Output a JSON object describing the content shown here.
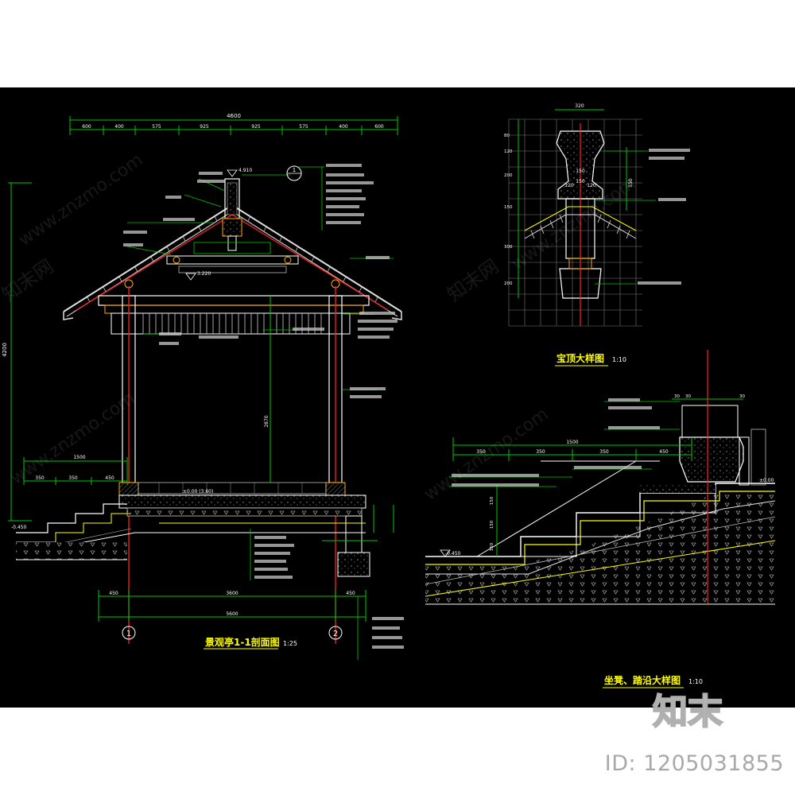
{
  "drawing": {
    "section_title": "景观亭1-1剖面图",
    "section_scale": "1:25",
    "finial_title": "宝顶大样图",
    "finial_scale": "1:10",
    "bench_title": "坐凳、踏沿大样图",
    "bench_scale": "1:10",
    "axis_1": "1",
    "axis_2": "2",
    "detail_ref": "1",
    "dim_total_top": "4600",
    "dims_top": [
      "600",
      "400",
      "575",
      "925",
      "925",
      "575",
      "400",
      "600"
    ],
    "dim_bottom_1": "3600",
    "dim_bottom_2": "5600",
    "dim_bottom_left": "450",
    "dim_bottom_right": "450",
    "dim_col_height": "2870",
    "dim_left_total": "4200",
    "dim_left_1500": "1500",
    "dims_left_small": [
      "350",
      "350",
      "450"
    ],
    "level_top": "4.910",
    "level_eave": "3.220",
    "level_floor": "±0.00 (3.60)",
    "level_ground": "-0.450",
    "level_bench_ground": "-0.450",
    "level_bench_right": "±0.00",
    "finial_dim_top": "320",
    "finial_dims_side": [
      "80",
      "120",
      "200",
      "150",
      "300",
      "200"
    ],
    "finial_dims_inner": [
      "150",
      "150",
      "120",
      "120"
    ],
    "finial_dim_right": "550",
    "bench_dims": [
      "1500",
      "350",
      "350",
      "350",
      "450"
    ],
    "bench_step_dims": [
      "150",
      "150",
      "150"
    ],
    "bench_top_dims": [
      "30",
      "30",
      "30"
    ],
    "watermark_site": "www.znzmo.com",
    "watermark_brand": "知末网",
    "logo_text": "知末",
    "id_text": "ID: 1205031855"
  }
}
